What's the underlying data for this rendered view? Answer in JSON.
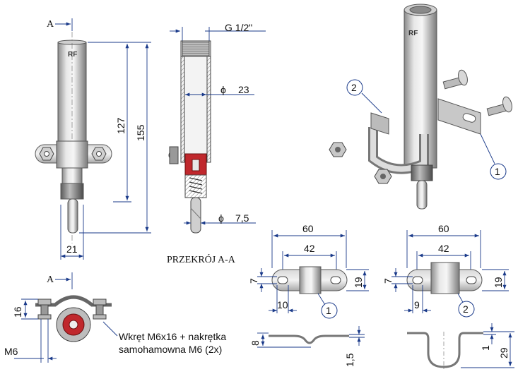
{
  "section_label_left": "A",
  "section_label_bottom": "A",
  "section_caption": "PRZEKRÓJ A-A",
  "logo": "RF",
  "dims": {
    "d127": "127",
    "d155": "155",
    "d21": "21",
    "thread": "G 1/2\"",
    "phi23": "23",
    "phi75": "7,5",
    "phi_symbol": "ϕ",
    "d16": "16",
    "m6": "M6",
    "c1_60": "60",
    "c1_42": "42",
    "c1_7": "7",
    "c1_19": "19",
    "c1_10": "10",
    "c1_8": "8",
    "c1_15": "1,5",
    "c2_60": "60",
    "c2_42": "42",
    "c2_7": "7",
    "c2_19": "19",
    "c2_9": "9",
    "c2_1": "1",
    "c2_29": "29"
  },
  "callouts": {
    "iso_1": "1",
    "iso_2": "2",
    "clamp1": "1",
    "clamp2": "2"
  },
  "screw_note_line1": "Wkręt M6x16 + nakrętka",
  "screw_note_line2": "samohamowna M6 (2x)",
  "colors": {
    "dimension_line": "#1a3a8a",
    "metal_light": "#e6e6e6",
    "metal_mid": "#b5b5b5",
    "metal_dark": "#6e6e6e",
    "spring_red": "#c0282d"
  }
}
